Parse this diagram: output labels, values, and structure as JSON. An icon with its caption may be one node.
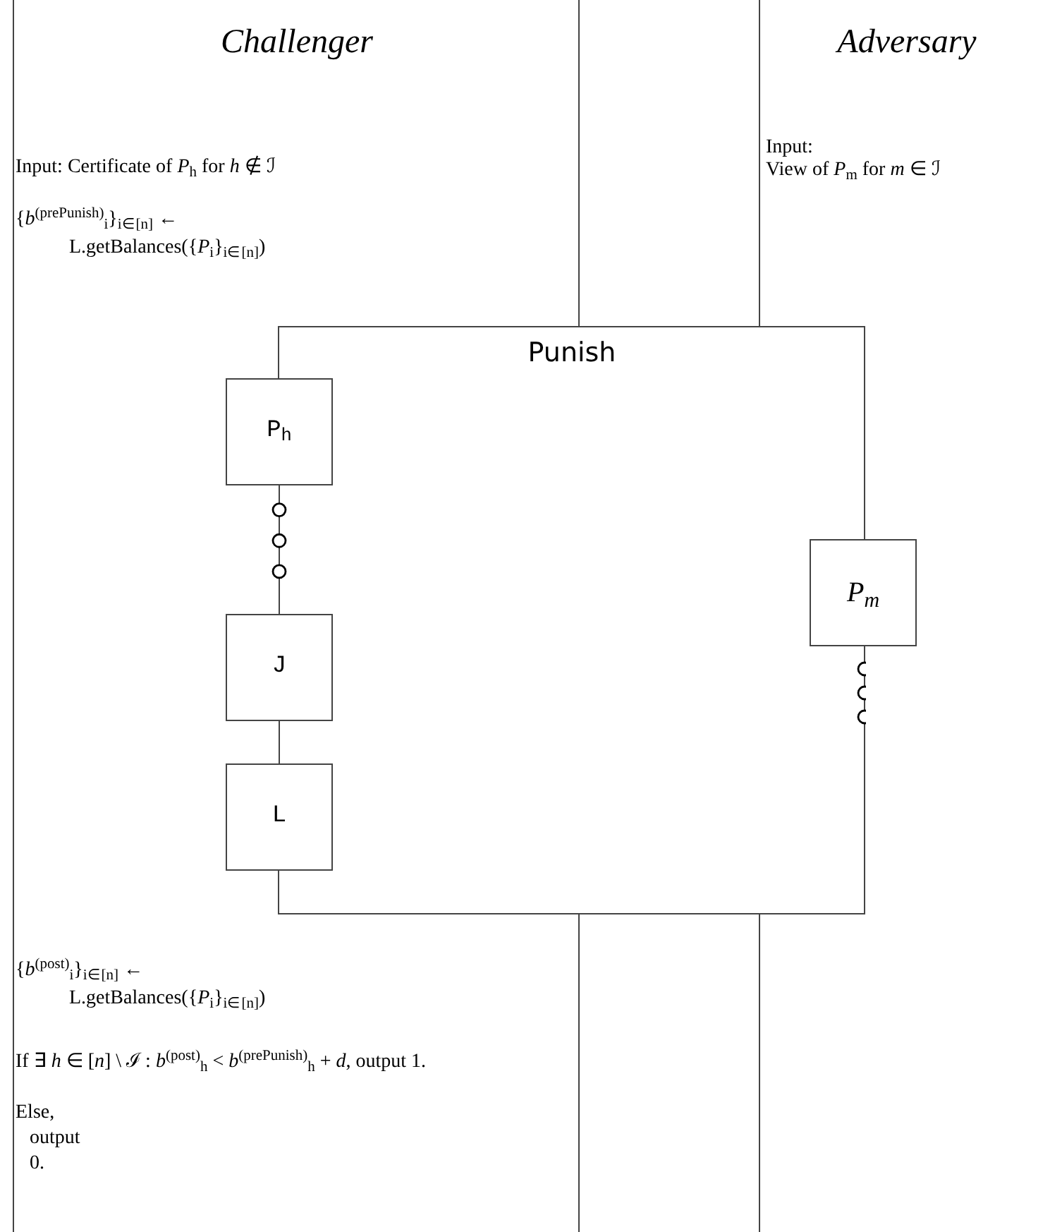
{
  "diagram": {
    "nodes": [
      {
        "text": [
          "Challenger",
          "Input: Certificate of *P*$_{h}$ for *h* ∉ ℐ",
          "{*b*$^{(prePunish)}$$_{i}$}$_{i∈[n]}$ ← L.getBalances({*P*$_{i}$}$_{i∈[n]}$)",
          "{*b*$^{(post)}$$_{i}$}$_{i∈[n]}$ ← L.getBalances({*P*$_{i}$}$_{i∈[n]}$)",
          "If ∃ *h* ∈ [*n*] \\ ℐ : *b*$^{(post)}$$_{h}$ < *b*$^{(prePunish)}$$_{h}$ + *d*, output 1.",
          "Else, output 0."
        ]
      },
      {
        "text": [
          "Adversary",
          "Input:",
          "View of *P*$_{m}$ for *m* ∈ ℐ"
        ]
      },
      {
        "text": [
          "Punish"
        ]
      },
      {
        "text": [
          "P$_{h}$"
        ],
        "in": 0
      },
      {
        "text": [
          "J"
        ],
        "in": 0
      },
      {
        "text": [
          "L"
        ],
        "in": 0
      },
      {
        "text": [
          "*P*$_{m}$"
        ],
        "in": 1
      }
    ],
    "edges": [
      {
        "from": 3,
        "to": 4,
        "arrow": "none"
      },
      {
        "from": 4,
        "to": 5,
        "arrow": "none"
      }
    ]
  }
}
